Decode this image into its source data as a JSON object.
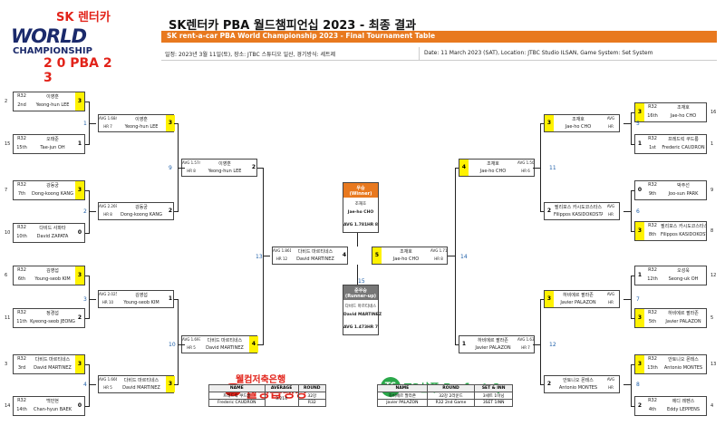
{
  "header": {
    "logo_sk": "SK 렌터카",
    "logo_world": "WORLD",
    "logo_champ": "CHAMPIONSHIP",
    "logo_pba": "2 0 PBA 2 3",
    "title": "SK렌터카 PBA 월드챔피언십 2023 - 최종 결과",
    "subtitle": "SK rent-a-car PBA World Championship 2023 - Final Tournament Table",
    "info_ko": "일정: 2023년 3월 11일(토), 장소: JTBC 스튜디오 일산, 경기방식: 세트제",
    "info_en": "Date: 11 March 2023 (SAT), Location: JTBC Studio ILSAN, Game System: Set System"
  },
  "left_r32": [
    {
      "seed_l": "2",
      "seed_r": "1",
      "round": "R32",
      "rank": "2nd",
      "kr": "이영훈",
      "en": "Yeong-hun LEE",
      "score": "3",
      "win": true
    },
    {
      "seed_l": "15",
      "seed_r": "",
      "round": "R32",
      "rank": "15th",
      "kr": "오태준",
      "en": "Tae-jun OH",
      "score": "1",
      "win": false
    },
    {
      "seed_l": "7",
      "seed_r": "2",
      "round": "R32",
      "rank": "7th",
      "kr": "강동궁",
      "en": "Dong-koong KANG",
      "score": "3",
      "win": true
    },
    {
      "seed_l": "10",
      "seed_r": "",
      "round": "R32",
      "rank": "10th",
      "kr": "다비드 사파타",
      "en": "David ZAPATA",
      "score": "0",
      "win": false
    },
    {
      "seed_l": "6",
      "seed_r": "3",
      "round": "R32",
      "rank": "6th",
      "kr": "김영섭",
      "en": "Young-seob KIM",
      "score": "3",
      "win": true
    },
    {
      "seed_l": "11",
      "seed_r": "",
      "round": "R32",
      "rank": "11th",
      "kr": "정경섭",
      "en": "Kyeong-seob JEONG",
      "score": "2",
      "win": false
    },
    {
      "seed_l": "3",
      "seed_r": "4",
      "round": "R32",
      "rank": "3rd",
      "kr": "다비드 마르티네스",
      "en": "David MARTINEZ",
      "score": "3",
      "win": true
    },
    {
      "seed_l": "14",
      "seed_r": "",
      "round": "R32",
      "rank": "14th",
      "kr": "백민현",
      "en": "Chan-hyun BAEK",
      "score": "0",
      "win": false
    }
  ],
  "right_r32": [
    {
      "seed_r": "16",
      "round": "R32",
      "rank": "16th",
      "kr": "조재호",
      "en": "Jae-ho CHO",
      "score": "3",
      "win": true
    },
    {
      "seed_r": "1",
      "round": "R32",
      "rank": "1st",
      "kr": "프레드릭 쿠드롱",
      "en": "Frederic CAUDRON",
      "score": "1",
      "win": false
    },
    {
      "seed_r": "9",
      "round": "R32",
      "rank": "9th",
      "kr": "박주선",
      "en": "Joo-sun PARK",
      "score": "0",
      "win": false
    },
    {
      "seed_r": "8",
      "round": "R32",
      "rank": "8th",
      "kr": "필리포스 카시도코스타스",
      "en": "Filippos KASIDOKOSTAS",
      "score": "3",
      "win": true
    },
    {
      "seed_r": "12",
      "round": "R32",
      "rank": "12th",
      "kr": "오성욱",
      "en": "Seong-uk OH",
      "score": "1",
      "win": false
    },
    {
      "seed_r": "5",
      "round": "R32",
      "rank": "5th",
      "kr": "하비에르 팔라존",
      "en": "Javier PALAZON",
      "score": "3",
      "win": true
    },
    {
      "seed_r": "13",
      "round": "R32",
      "rank": "13th",
      "kr": "안토니오 몬테스",
      "en": "Antonio MONTES",
      "score": "3",
      "win": true
    },
    {
      "seed_r": "4",
      "round": "R32",
      "rank": "4th",
      "kr": "에디 레펜스",
      "en": "Eddy LEPPENS",
      "score": "2",
      "win": false
    }
  ],
  "left_r16": [
    {
      "avg": "AVG 1.684",
      "hr": "HR 7",
      "kr": "이영훈",
      "en": "Yeong-hun LEE",
      "score": "3",
      "win": true
    },
    {
      "avg": "AVG 2.269",
      "hr": "HR 8",
      "kr": "강동궁",
      "en": "Dong-koong KANG",
      "score": "2",
      "win": false
    },
    {
      "avg": "AVG 2.025",
      "hr": "HR 10",
      "kr": "김영섭",
      "en": "Young-seob KIM",
      "score": "1",
      "win": false
    },
    {
      "avg": "AVG 1.666",
      "hr": "HR 5",
      "kr": "다비드 마르티네스",
      "en": "David MARTINEZ",
      "score": "3",
      "win": true
    }
  ],
  "right_r16": [
    {
      "avg": "AVG",
      "hr": "HR",
      "kr": "조재호",
      "en": "Jae-ho CHO",
      "score": "3",
      "win": true
    },
    {
      "avg": "AVG",
      "hr": "HR",
      "kr": "필리포스 카시도코스타스",
      "en": "Filippos KASIDOKOSTAS",
      "score": "2",
      "win": false
    },
    {
      "avg": "AVG",
      "hr": "HR",
      "kr": "하비에르 팔라존",
      "en": "Javier PALAZON",
      "score": "3",
      "win": true
    },
    {
      "avg": "AVG",
      "hr": "HR",
      "kr": "안토니오 몬테스",
      "en": "Antonio MONTES",
      "score": "2",
      "win": false
    }
  ],
  "left_qf": [
    {
      "avg": "AVG 1.574",
      "hr": "HR 8",
      "kr": "이영훈",
      "en": "Yeong-hun LEE",
      "score": "2",
      "win": false
    },
    {
      "avg": "AVG 1.697",
      "hr": "HR 5",
      "kr": "다비드 마르티네스",
      "en": "David MARTINEZ",
      "score": "4",
      "win": true
    }
  ],
  "right_qf": [
    {
      "avg": "AVG 1.500",
      "hr": "HR 6",
      "kr": "조재호",
      "en": "Jae-ho CHO",
      "score": "4",
      "win": true
    },
    {
      "avg": "AVG 1.632",
      "hr": "HR 7",
      "kr": "하비에르 팔라존",
      "en": "Javier PALAZON",
      "score": "1",
      "win": false
    }
  ],
  "final_left": {
    "avg": "AVG 1.861",
    "hr": "HR 12",
    "kr": "다비드 마르티네스",
    "en": "David MARTINEZ",
    "score": "4"
  },
  "final_right": {
    "avg": "AVG 1.711",
    "hr": "HR 8",
    "kr": "조재호",
    "en": "Jae-ho CHO",
    "score": "5"
  },
  "champion": {
    "label_ko": "우승",
    "label_en": "(Winner)",
    "kr": "조재호",
    "en": "Jae-ho CHO",
    "avg": "AVG 1.781",
    "hr": "HR 8"
  },
  "runner_up": {
    "label_ko": "준우승",
    "label_en": "(Runner-up)",
    "kr": "다비드 마르티네스",
    "en": "David MARTINEZ",
    "avg": "AVG 1.473",
    "hr": "HR 7"
  },
  "match_nums": {
    "m1": "1",
    "m2": "2",
    "m3": "3",
    "m4": "4",
    "m5": "5",
    "m6": "6",
    "m7": "7",
    "m8": "8",
    "m9": "9",
    "m10": "10",
    "m11": "11",
    "m12": "12",
    "m13": "13",
    "m14": "14",
    "m15": "15"
  },
  "sponsor1": {
    "top": "웰컴저축은행",
    "main": "웰뱅톱랭킹",
    "badge": "PBA"
  },
  "sponsor2": {
    "badge": "TS",
    "text": "TS샴푸 Perfect Q"
  },
  "table1": {
    "headers": [
      "NAME",
      "AVERAGE",
      "ROUND"
    ],
    "name_kr": "프레드릭 쿠드롱",
    "name_en": "Frederic CAUDRON",
    "avg": "3.214",
    "round_kr": "32강",
    "round_en": "R32"
  },
  "table2": {
    "headers": [
      "NAME",
      "ROUND",
      "SET & INN"
    ],
    "name_kr": "하비에르 팔라존",
    "name_en": "Javier PALAZON",
    "round_kr": "32강 2라운드",
    "round_en": "R32 2nd Game",
    "set_kr": "3세트 1이닝",
    "set_en": "3SET 1INN"
  },
  "colors": {
    "accent": "#e8791f",
    "win": "#fff200",
    "match_num": "#1f5fa8"
  }
}
